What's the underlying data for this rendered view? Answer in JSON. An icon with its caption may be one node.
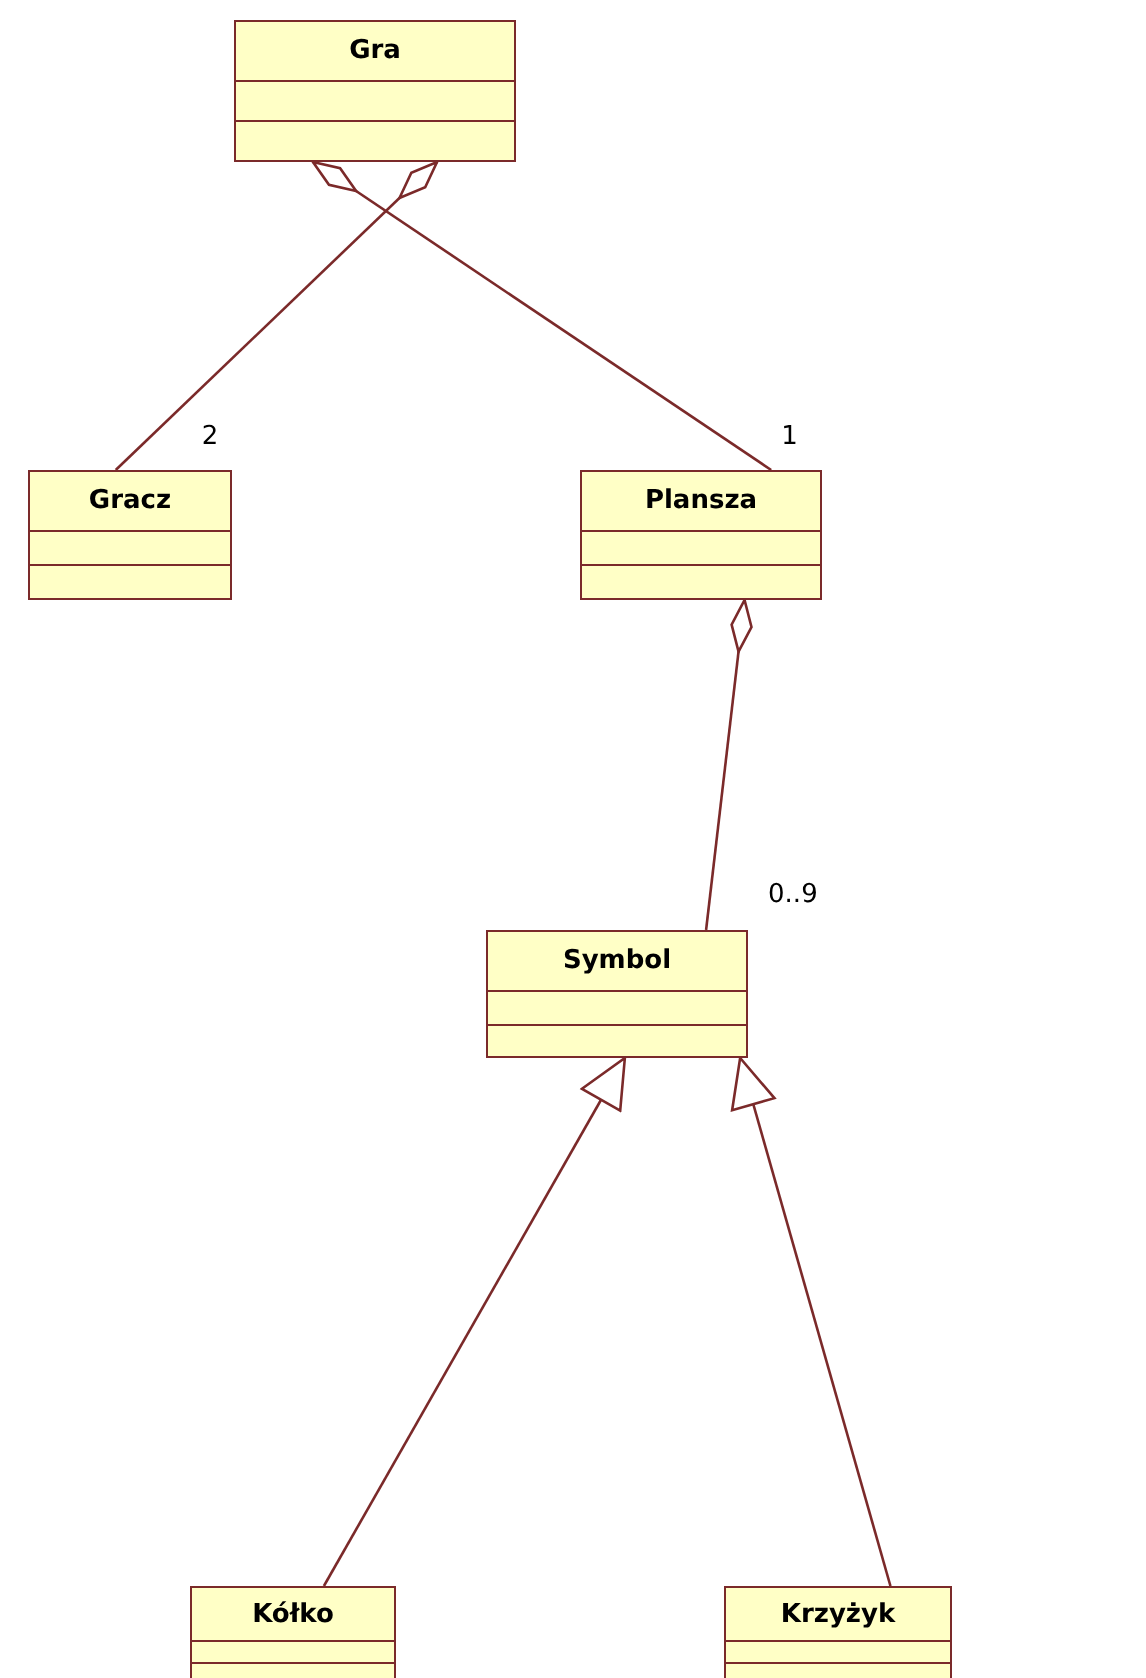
{
  "diagram": {
    "nodes": [
      {
        "text": [
          "Gra"
        ]
      },
      {
        "text": [
          "Gracz"
        ]
      },
      {
        "text": [
          "Plansza"
        ]
      },
      {
        "text": [
          "Symbol"
        ]
      },
      {
        "text": [
          "Kółko"
        ]
      },
      {
        "text": [
          "Krzyżyk"
        ]
      }
    ],
    "edges": [
      {
        "from": 1,
        "to": 0,
        "arrow": "other",
        "label": "2"
      },
      {
        "from": 2,
        "to": 0,
        "arrow": "other",
        "label": "1"
      },
      {
        "from": 3,
        "to": 2,
        "arrow": "other",
        "label": "0..9"
      },
      {
        "from": 4,
        "to": 3,
        "arrow": "to"
      },
      {
        "from": 5,
        "to": 3,
        "arrow": "to"
      }
    ]
  }
}
